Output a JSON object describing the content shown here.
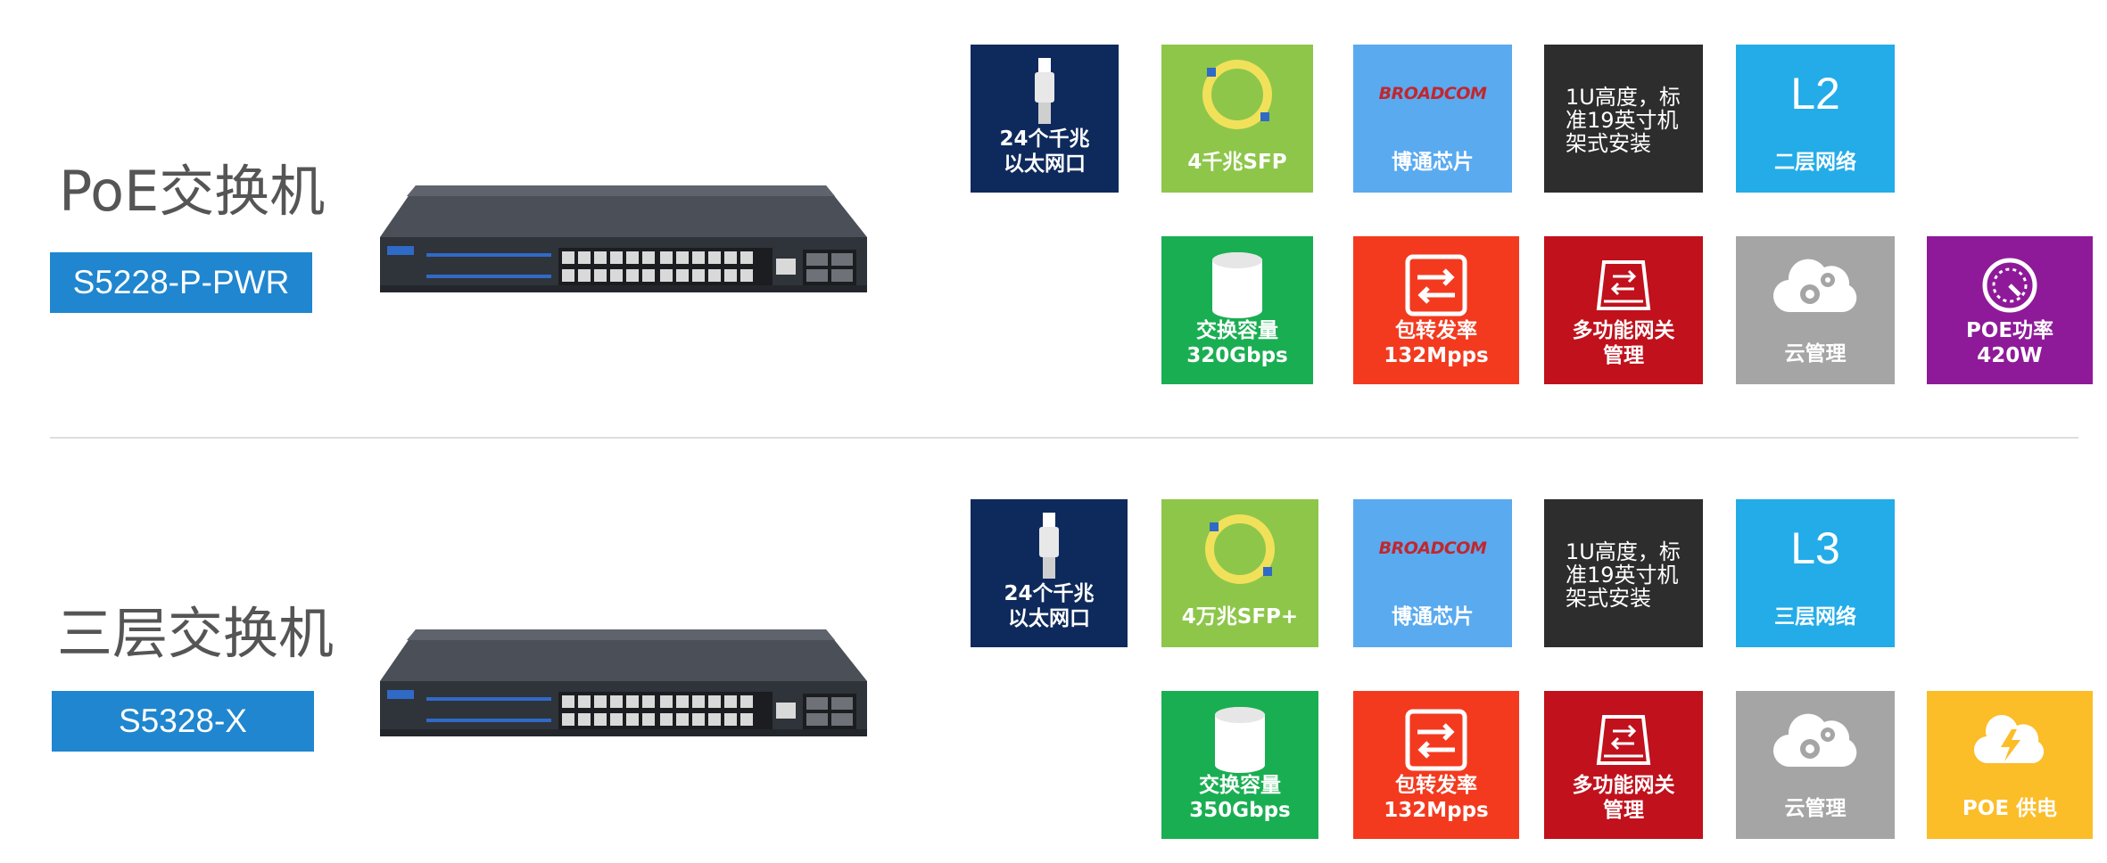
{
  "products": [
    {
      "title": "PoE交换机",
      "model": "S5228-P-PWR",
      "features": {
        "ports": "24个千兆\n以太网口",
        "sfp": "4千兆SFP",
        "chip": "博通芯片",
        "chip_logo": "BROADCOM",
        "rack": "1U高度，标\n准19英寸机\n架式安装",
        "layer_big": "L2",
        "layer_label": "二层网络",
        "capacity": "交换容量\n320Gbps",
        "forwarding": "包转发率\n132Mpps",
        "gateway": "多功能网关\n管理",
        "cloud": "云管理",
        "poe": "POE功率\n420W"
      }
    },
    {
      "title": "三层交换机",
      "model": "S5328-X",
      "features": {
        "ports": "24个千兆\n以太网口",
        "sfp": "4万兆SFP+",
        "chip": "博通芯片",
        "chip_logo": "BROADCOM",
        "rack": "1U高度，标\n准19英寸机\n架式安装",
        "layer_big": "L3",
        "layer_label": "三层网络",
        "capacity": "交换容量\n350Gbps",
        "forwarding": "包转发率\n132Mpps",
        "gateway": "多功能网关\n管理",
        "cloud": "云管理",
        "poe": "POE 供电"
      }
    }
  ],
  "colors": {
    "badge": "#1f86cf",
    "navy": "#0e2a5c",
    "green_light": "#8ec64a",
    "sky": "#5aaaf0",
    "dark": "#2d2d2d",
    "cyan": "#23ace8",
    "green": "#1aae52",
    "red": "#f33a1f",
    "crimson": "#c0111c",
    "gray": "#a5a5a5",
    "purple": "#8e1a99",
    "yellow": "#fbbd28"
  }
}
